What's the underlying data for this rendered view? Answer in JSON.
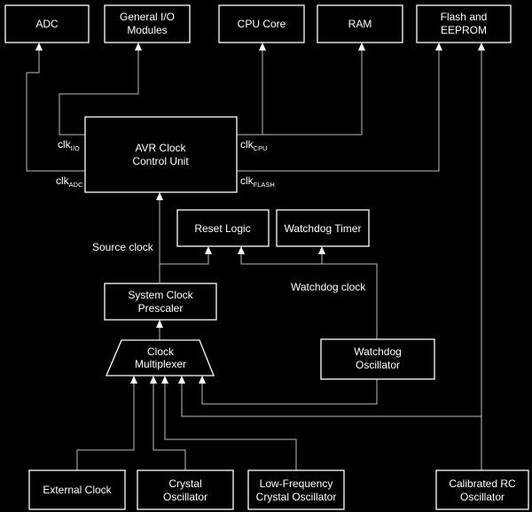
{
  "blocks": {
    "adc": [
      "ADC"
    ],
    "gpio": [
      "General I/O",
      "Modules"
    ],
    "cpu_core": [
      "CPU Core"
    ],
    "ram": [
      "RAM"
    ],
    "flash": [
      "Flash and",
      "EEPROM"
    ],
    "clock_control": [
      "AVR Clock",
      "Control Unit"
    ],
    "reset_logic": [
      "Reset Logic"
    ],
    "watchdog_timer": [
      "Watchdog Timer"
    ],
    "prescaler": [
      "System Clock",
      "Prescaler"
    ],
    "multiplexer": [
      "Clock",
      "Multiplexer"
    ],
    "watchdog_osc": [
      "Watchdog",
      "Oscillator"
    ],
    "external_clock": [
      "External Clock"
    ],
    "crystal_osc": [
      "Crystal",
      "Oscillator"
    ],
    "lf_crystal_osc": [
      "Low-Frequency",
      "Crystal Oscillator"
    ],
    "rc_osc": [
      "Calibrated RC",
      "Oscillator"
    ]
  },
  "signals": {
    "clk_io": {
      "base": "clk",
      "sub": "I/O"
    },
    "clk_adc": {
      "base": "clk",
      "sub": "ADC"
    },
    "clk_cpu": {
      "base": "clk",
      "sub": "CPU"
    },
    "clk_flash": {
      "base": "clk",
      "sub": "FLASH"
    }
  },
  "labels": {
    "source_clock": "Source clock",
    "watchdog_clock": "Watchdog clock"
  }
}
